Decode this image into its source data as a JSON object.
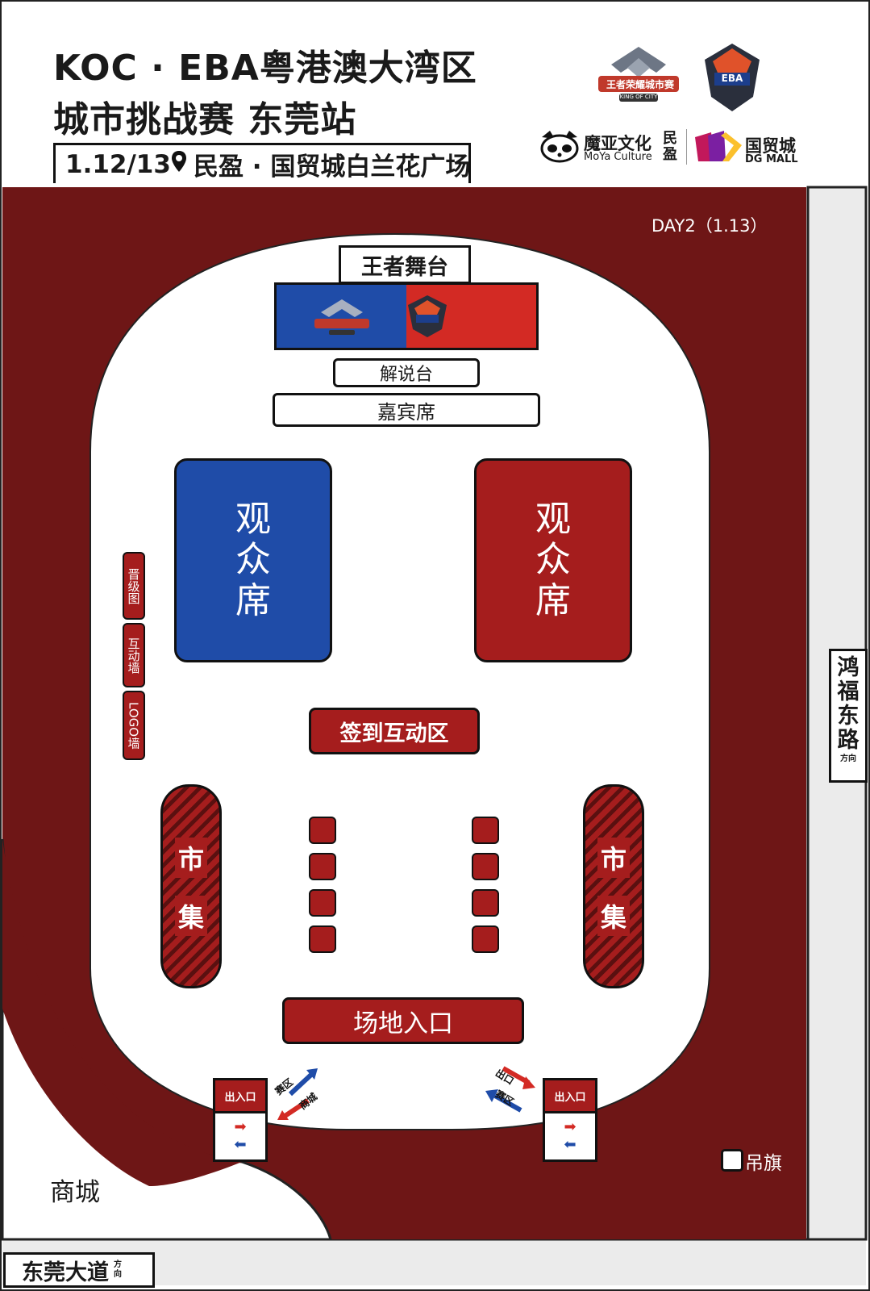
{
  "header": {
    "title_line1": "KOC · EBA粤港澳大湾区",
    "title_line2": "城市挑战赛 东莞站",
    "date": "1.12/13",
    "location": "民盈 · 国贸城白兰花广场"
  },
  "logos": {
    "koc_text": "王者荣耀城市赛",
    "koc_sub": "KING OF CITY",
    "eba_text": "EBA",
    "moya_cn": "魔亚文化",
    "moya_en": "MoYa Culture",
    "minying": "民盈",
    "dgmall_cn": "国贸城",
    "dgmall_en": "DG MALL"
  },
  "map": {
    "day_label": "DAY2（1.13）",
    "stage_label": "王者舞台",
    "commentary": "解说台",
    "guests": "嘉宾席",
    "audience_left": "观众席",
    "audience_right": "观众席",
    "checkin": "签到互动区",
    "promotion": "晋级图",
    "interactive_wall": "互动墙",
    "logo_wall": "LOGO墙",
    "market_left": [
      "市",
      "集"
    ],
    "market_right": [
      "市",
      "集"
    ],
    "entrance": "场地入口",
    "gate_label": "出入口",
    "left_arrow_in": "赛区",
    "left_arrow_out": "商城",
    "right_arrow_out": "出口",
    "right_arrow_in": "赛区",
    "flag_legend": "吊旗",
    "mall": "商城",
    "road_right": "鸿福东路",
    "road_right_sub": "方向",
    "road_bottom": "东莞大道",
    "road_bottom_sub": "方向"
  },
  "colors": {
    "maroon": "#6e1616",
    "red": "#a51d1d",
    "blue": "#1f4ca8",
    "stage_red": "#d32a24"
  }
}
